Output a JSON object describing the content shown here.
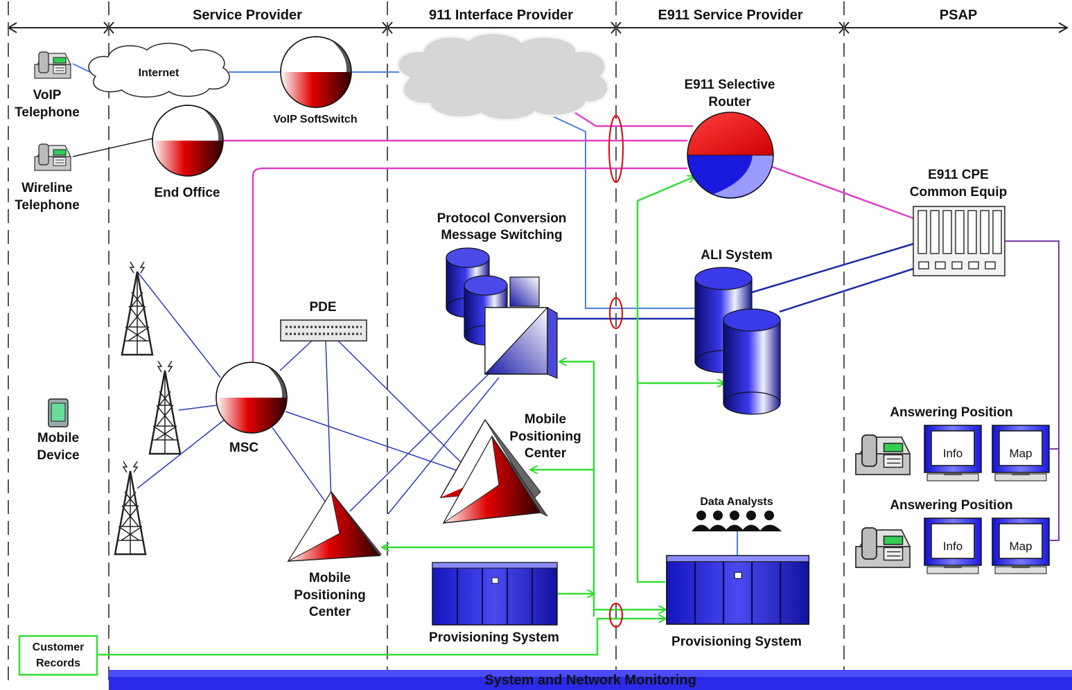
{
  "headers": {
    "service_provider": "Service Provider",
    "interface_provider": "911 Interface Provider",
    "e911_service_provider": "E911 Service Provider",
    "psap": "PSAP"
  },
  "nodes": {
    "internet": "Internet",
    "voip_telephone": [
      "VoIP",
      "Telephone"
    ],
    "voip_softswitch": "VoIP SoftSwitch",
    "wireline_telephone": [
      "Wireline",
      "Telephone"
    ],
    "end_office": "End Office",
    "selective_router": [
      "E911 Selective",
      "Router"
    ],
    "cpe": [
      "E911 CPE",
      "Common Equip"
    ],
    "protocol_conversion": [
      "Protocol Conversion",
      "Message Switching"
    ],
    "ali_system": "ALI System",
    "pde": "PDE",
    "msc": "MSC",
    "mobile_device": [
      "Mobile",
      "Device"
    ],
    "mpc_right": [
      "Mobile",
      "Positioning",
      "Center"
    ],
    "mpc_left": [
      "Mobile",
      "Positioning",
      "Center"
    ],
    "answering_position_1": "Answering Position",
    "answering_position_2": "Answering Position",
    "info": "Info",
    "map": "Map",
    "data_analysts": "Data Analysts",
    "provisioning_left": "Provisioning System",
    "provisioning_right": "Provisioning System",
    "customer_records": [
      "Customer",
      "Records"
    ],
    "monitoring": "System and Network Monitoring"
  },
  "colors": {
    "pink": "#e040c8",
    "blue_link": "#4d7fe0",
    "navy": "#1c2aa8",
    "green": "#33dd33",
    "red": "#d80000",
    "node_blue": "#1a1adf"
  }
}
